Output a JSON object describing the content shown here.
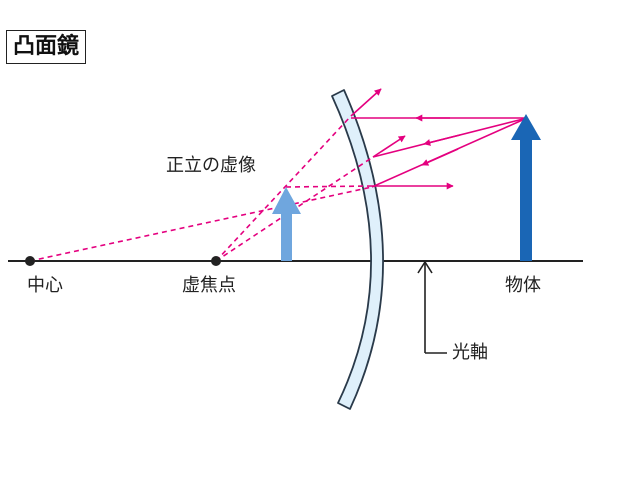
{
  "title": "凸面鏡",
  "labels": {
    "virtual_image": "正立の虚像",
    "center": "中心",
    "virtual_focus": "虚焦点",
    "object": "物体",
    "optical_axis": "光軸"
  },
  "colors": {
    "ray": "#e4007f",
    "object_arrow": "#1a66b5",
    "image_arrow": "#6fa6de",
    "mirror_fill": "#dff0fb",
    "mirror_stroke": "#2a3a4a",
    "axis": "#222222"
  }
}
